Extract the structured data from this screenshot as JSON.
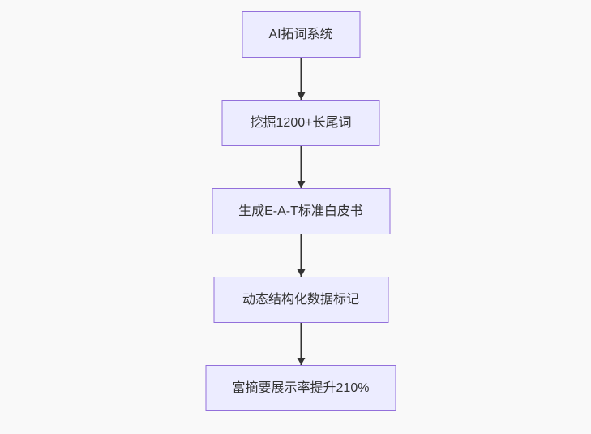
{
  "diagram": {
    "type": "flowchart",
    "direction": "top-down",
    "background_color": "#f9f9f9",
    "node_style": {
      "fill_color": "#ECECFF",
      "border_color": "#9370DB",
      "text_color": "#333333"
    },
    "arrow_color": "#333333",
    "nodes": [
      {
        "label": "AI拓词系统"
      },
      {
        "label": "挖掘1200+长尾词"
      },
      {
        "label": "生成E-A-T标准白皮书"
      },
      {
        "label": "动态结构化数据标记"
      },
      {
        "label": "富摘要展示率提升210%"
      }
    ],
    "edges": [
      {
        "from": "AI拓词系统",
        "to": "挖掘1200+长尾词"
      },
      {
        "from": "挖掘1200+长尾词",
        "to": "生成E-A-T标准白皮书"
      },
      {
        "from": "生成E-A-T标准白皮书",
        "to": "动态结构化数据标记"
      },
      {
        "from": "动态结构化数据标记",
        "to": "富摘要展示率提升210%"
      }
    ]
  }
}
